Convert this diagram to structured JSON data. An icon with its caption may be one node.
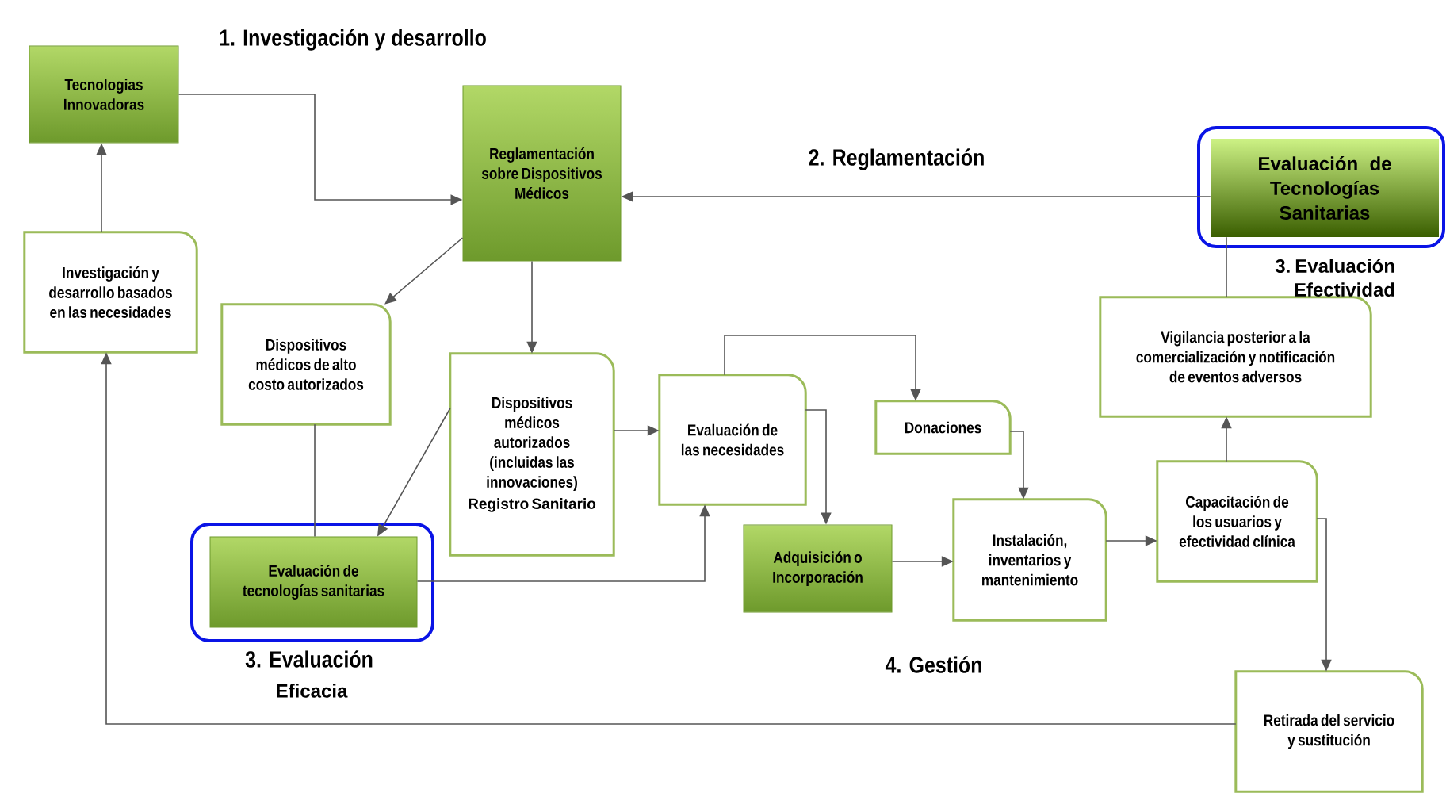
{
  "diagram": {
    "nodes": [
      {
        "text": [
          "Tecnologias Innovadoras"
        ]
      },
      {
        "text": [
          "Reglamentación sobre Dispositivos Médicos"
        ]
      },
      {
        "text": [
          "Evaluación de Tecnologías Sanitarias"
        ]
      },
      {
        "text": [
          "Investigación y desarrollo basados en las necesidades"
        ]
      },
      {
        "text": [
          "Dispositivos médicos de alto costo autorizados"
        ]
      },
      {
        "text": [
          "Dispositivos médicos autorizados (incluidas las innovaciones)",
          "Registro Sanitario"
        ]
      },
      {
        "text": [
          "Evaluación de las necesidades"
        ]
      },
      {
        "text": [
          "Donaciones"
        ]
      },
      {
        "text": [
          "Vigilancia posterior a la comercialización y notificación de eventos adversos"
        ]
      },
      {
        "text": [
          "Evaluación de tecnologías sanitarias"
        ],
        "beside": [
          "3. Evaluación",
          "Eficacia"
        ]
      },
      {
        "text": [
          "Adquisición o Incorporación"
        ]
      },
      {
        "text": [
          "Instalación, inventarios y mantenimiento"
        ]
      },
      {
        "text": [
          "Capacitación de los usuarios y efectividad clínica"
        ]
      },
      {
        "text": [
          "Retirada del servicio y sustitución"
        ]
      }
    ],
    "edges": [
      {
        "from": 3,
        "to": 0,
        "arrow": "to"
      },
      {
        "from": 0,
        "to": 1,
        "arrow": "to"
      },
      {
        "from": 2,
        "to": 1,
        "arrow": "to"
      },
      {
        "from": 1,
        "to": 4,
        "arrow": "to"
      },
      {
        "from": 1,
        "to": 5,
        "arrow": "to"
      },
      {
        "from": 4,
        "to": 9,
        "arrow": "none"
      },
      {
        "from": 5,
        "to": 9,
        "arrow": "to"
      },
      {
        "from": 5,
        "to": 6,
        "arrow": "to"
      },
      {
        "from": 9,
        "to": 6,
        "arrow": "to"
      },
      {
        "from": 6,
        "to": 7,
        "arrow": "to"
      },
      {
        "from": 6,
        "to": 10,
        "arrow": "to"
      },
      {
        "from": 7,
        "to": 11,
        "arrow": "to"
      },
      {
        "from": 10,
        "to": 11,
        "arrow": "to"
      },
      {
        "from": 11,
        "to": 12,
        "arrow": "to"
      },
      {
        "from": 12,
        "to": 8,
        "arrow": "to"
      },
      {
        "from": 12,
        "to": 13,
        "arrow": "to"
      },
      {
        "from": 13,
        "to": 3,
        "arrow": "to"
      },
      {
        "from": 2,
        "to": 8,
        "arrow": "none"
      }
    ],
    "labels": [
      "1. Investigación y desarrollo",
      "2. Reglamentación",
      "3. Evaluación Efectividad",
      "4. Gestión"
    ]
  }
}
